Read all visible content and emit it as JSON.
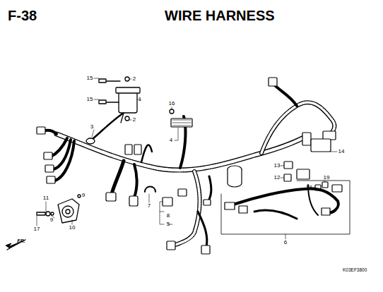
{
  "diagram": {
    "title": "WIRE HARNESS",
    "labels": [
      "F-38",
      "15",
      "2",
      "15",
      "2",
      "1",
      "3",
      "16",
      "4",
      "14",
      "13",
      "12",
      "19",
      "18",
      "11",
      "9",
      "9",
      "17",
      "10",
      "7",
      "8",
      "5",
      "6",
      "FR.",
      "K03EF3800"
    ]
  }
}
